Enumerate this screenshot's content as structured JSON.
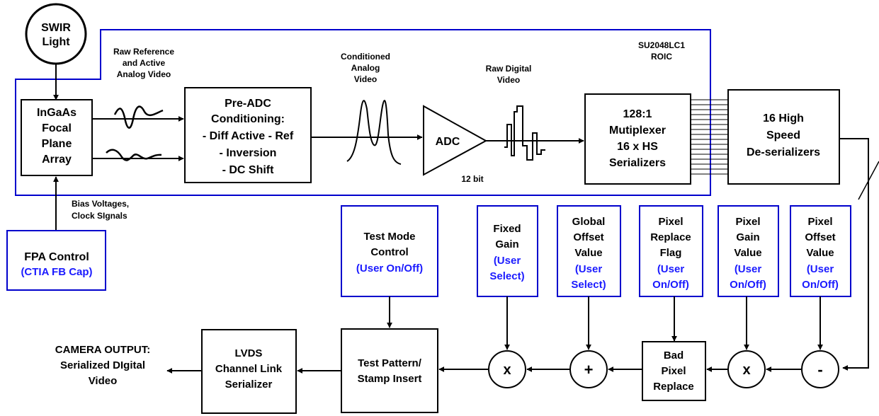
{
  "swir": [
    "SWIR",
    "Light"
  ],
  "raw_reference": [
    "Raw Reference",
    "and Active",
    "Analog Video"
  ],
  "conditioned": [
    "Conditioned",
    "Analog",
    "Video"
  ],
  "raw_digital": [
    "Raw Digital",
    "Video"
  ],
  "roic": [
    "SU2048LC1",
    "ROIC"
  ],
  "fpa": [
    "InGaAs",
    "Focal",
    "Plane",
    "Array"
  ],
  "preadc": [
    "Pre-ADC",
    "Conditioning:",
    "- Diff Active -  Ref",
    "- Inversion",
    "- DC Shift"
  ],
  "adc": "ADC",
  "adc_bits": "12 bit",
  "mux": [
    "128:1",
    "Mutiplexer",
    "16 x HS",
    "Serializers"
  ],
  "deser": [
    "16 High",
    "Speed",
    "De-serializers"
  ],
  "bias": [
    "Bias Voltages,",
    "Clock  SIgnals"
  ],
  "fpa_control": {
    "title": "FPA Control",
    "sub": "(CTIA FB Cap)"
  },
  "test_mode": {
    "lines": [
      "Test Mode",
      "Control"
    ],
    "sub": [
      "(User On/Off)"
    ]
  },
  "fixed_gain": {
    "lines": [
      "Fixed",
      "Gain"
    ],
    "sub": [
      "(User",
      "Select)"
    ]
  },
  "global_offset": {
    "lines": [
      "Global",
      "Offset",
      "Value"
    ],
    "sub": [
      "(User",
      "Select)"
    ]
  },
  "pixel_replace_flag": {
    "lines": [
      "Pixel",
      "Replace",
      "Flag"
    ],
    "sub": [
      "(User",
      "On/Off)"
    ]
  },
  "pixel_gain": {
    "lines": [
      "Pixel",
      "Gain",
      "Value"
    ],
    "sub": [
      "(User",
      "On/Off)"
    ]
  },
  "pixel_offset": {
    "lines": [
      "Pixel",
      "Offset",
      "Value"
    ],
    "sub": [
      "(User",
      "On/Off)"
    ]
  },
  "camera_output": [
    "CAMERA OUTPUT:",
    "Serialized DIgital",
    "Video"
  ],
  "lvds": [
    "LVDS",
    "Channel Link",
    "Serializer"
  ],
  "test_pattern": [
    "Test Pattern/",
    "Stamp Insert"
  ],
  "bad_pixel": [
    "Bad",
    "Pixel",
    "Replace"
  ],
  "op_mult1": "x",
  "op_plus": "+",
  "op_mult2": "x",
  "op_minus": "-",
  "colors": {
    "roic_border": "#0000cc",
    "user_text": "#1a1aff"
  }
}
